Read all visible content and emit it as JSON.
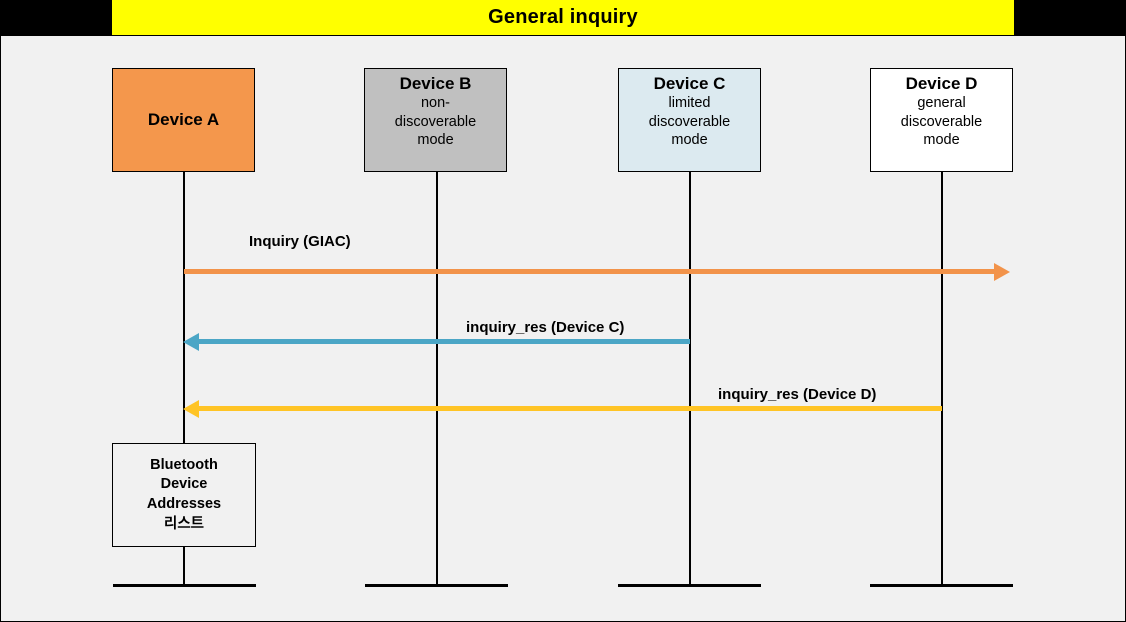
{
  "title": "General inquiry",
  "colors": {
    "title_bg": "#FFFF00",
    "canvas_bg": "#F1F1F1",
    "frame": "#000000",
    "device_a_fill": "#F4974C",
    "device_b_fill": "#C0C0C0",
    "device_c_fill": "#DCEAF0",
    "device_d_fill": "#FFFFFF",
    "inquiry_arrow": "#F2934A",
    "inquiry_res_c_arrow": "#4BA6C6",
    "inquiry_res_d_arrow": "#FFC425"
  },
  "participants": [
    {
      "name": "Device A",
      "mode": "",
      "fill": "#F4974C"
    },
    {
      "name": "Device B",
      "mode": "non-\ndiscoverable\nmode",
      "fill": "#C0C0C0"
    },
    {
      "name": "Device C",
      "mode": "limited\ndiscoverable\nmode",
      "fill": "#DCEAF0"
    },
    {
      "name": "Device D",
      "mode": "general\ndiscoverable\nmode",
      "fill": "#FFFFFF"
    }
  ],
  "messages": [
    {
      "label": "Inquiry (GIAC)",
      "from": "Device A",
      "to": "Device D",
      "direction": "right",
      "color": "#F2934A"
    },
    {
      "label": "inquiry_res (Device C)",
      "from": "Device C",
      "to": "Device A",
      "direction": "left",
      "color": "#4BA6C6"
    },
    {
      "label": "inquiry_res (Device D)",
      "from": "Device D",
      "to": "Device A",
      "direction": "left",
      "color": "#FFC425"
    }
  ],
  "note": {
    "text": "Bluetooth\nDevice\nAddresses\n리스트",
    "attached_to": "Device A"
  }
}
